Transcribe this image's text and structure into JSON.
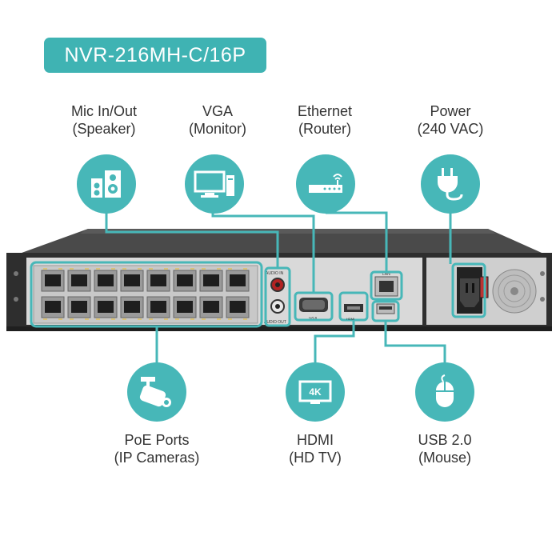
{
  "title": "NVR-216MH-C/16P",
  "top_labels": [
    {
      "line1": "Mic In/Out",
      "line2": "(Speaker)"
    },
    {
      "line1": "VGA",
      "line2": "(Monitor)"
    },
    {
      "line1": "Ethernet",
      "line2": "(Router)"
    },
    {
      "line1": "Power",
      "line2": "(240 VAC)"
    }
  ],
  "bottom_labels": [
    {
      "line1": "PoE Ports",
      "line2": "(IP Cameras)"
    },
    {
      "line1": "HDMI",
      "line2": "(HD TV)"
    },
    {
      "line1": "USB 2.0",
      "line2": "(Mouse)"
    }
  ],
  "panel_text": {
    "audio_in": "AUDIO IN",
    "audio_out": "AUDIO OUT",
    "vga": "VGA",
    "lan": "LAN",
    "hdmi_icon": "4K"
  },
  "colors": {
    "accent": "#47b7b8",
    "badge": "#3fb3b3",
    "chassis": "#333333"
  },
  "icons": [
    "speaker-icon",
    "monitor-icon",
    "router-icon",
    "power-plug-icon",
    "camera-icon",
    "hdmi-4k-icon",
    "mouse-icon"
  ]
}
